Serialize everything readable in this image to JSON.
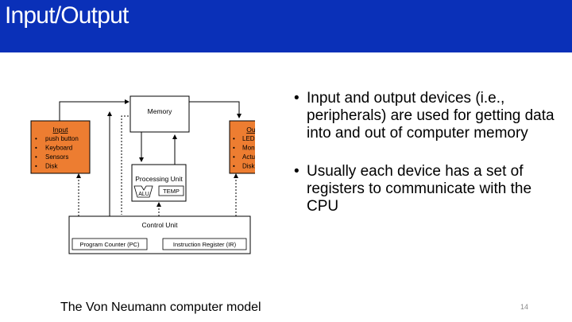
{
  "slide": {
    "title": "Input/Output",
    "page_number": "14",
    "caption": "The Von Neumann computer model",
    "bullets": [
      "Input and output devices (i.e., peripherals) are used for getting data into and out of computer memory",
      "Usually each device has a set of registers to communicate with the CPU"
    ]
  },
  "diagram": {
    "memory": "Memory",
    "input": {
      "heading": "Input",
      "items": [
        "push button",
        "Keyboard",
        "Sensors",
        "Disk"
      ]
    },
    "output": {
      "heading": "Output",
      "items": [
        "LED",
        "Monitor",
        "Actuators",
        "Disk"
      ]
    },
    "processing_unit": {
      "label": "Processing Unit",
      "alu": "ALU",
      "temp": "TEMP"
    },
    "control_unit": {
      "label": "Control Unit",
      "program_counter": "Program Counter (PC)",
      "instruction_register": "Instruction Register (IR)"
    }
  },
  "colors": {
    "title_bar": "#0a30b8",
    "io_box": "#ed7d31"
  }
}
